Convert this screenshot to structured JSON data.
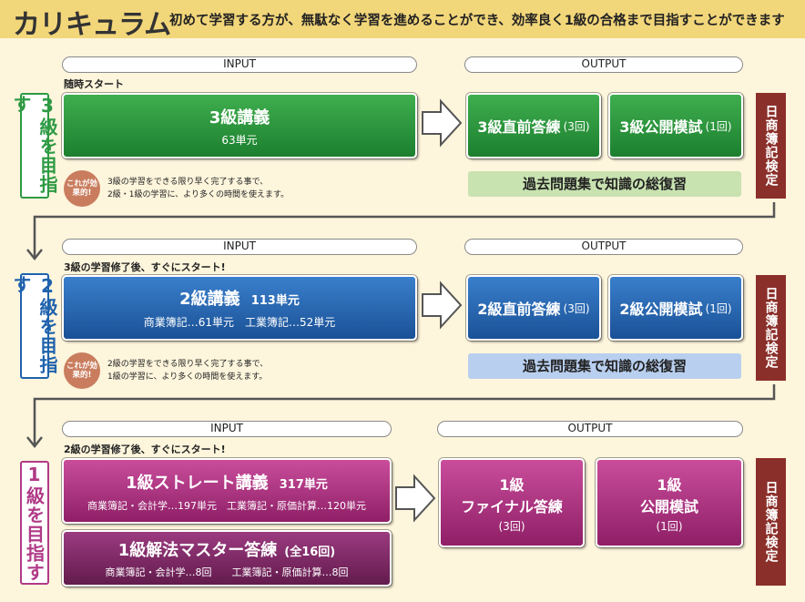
{
  "header": {
    "title": "カリキュラム",
    "description": "初めて学習する方が、無駄なく学習を進めることができ、効率良く1級の合格まで目指すことができます"
  },
  "labels": {
    "input": "INPUT",
    "output": "OUTPUT",
    "exam": "日商簿記検定",
    "badge": "これが効果的!"
  },
  "level3": {
    "side": "3級を目指す",
    "note": "随時スタート",
    "lecture_title": "3級講義",
    "lecture_units": "63単元",
    "out1_title": "3級直前答練",
    "out1_count": "(3回)",
    "out2_title": "3級公開模試",
    "out2_count": "(1回)",
    "review": "過去問題集で知識の総復習",
    "effect_line1": "3級の学習をできる限り早く完了する事で、",
    "effect_line2": "2級・1級の学習に、より多くの時間を使えます。"
  },
  "level2": {
    "side": "2級を目指す",
    "note": "3級の学習修了後、すぐにスタート!",
    "lecture_title": "2級講義",
    "lecture_units": "113単元",
    "lecture_detail": "商業簿記…61単元　工業簿記…52単元",
    "out1_title": "2級直前答練",
    "out1_count": "(3回)",
    "out2_title": "2級公開模試",
    "out2_count": "(1回)",
    "review": "過去問題集で知識の総復習",
    "effect_line1": "2級の学習をできる限り早く完了する事で、",
    "effect_line2": "1級の学習に、より多くの時間を使えます。"
  },
  "level1": {
    "side": "1級を目指す",
    "note": "2級の学習修了後、すぐにスタート!",
    "lecture_title": "1級ストレート講義",
    "lecture_units": "317単元",
    "lecture_detail": "商業簿記・会計学…197単元　工業簿記・原価計算…120単元",
    "drill_title": "1級解法マスター答練",
    "drill_count": "(全16回)",
    "drill_detail": "商業簿記・会計学…8回　　工業簿記・原価計算…8回",
    "out1_line1": "1級",
    "out1_line2": "ファイナル答練",
    "out1_count": "(3回)",
    "out2_line1": "1級",
    "out2_line2": "公開模試",
    "out2_count": "(1回)"
  },
  "colors": {
    "level3": "#2e9a44",
    "level2": "#1f62ad",
    "level1": "#b03a87",
    "exam": "#8b2f2a",
    "review3": "#c8e2b0",
    "review2": "#b8cfef"
  }
}
